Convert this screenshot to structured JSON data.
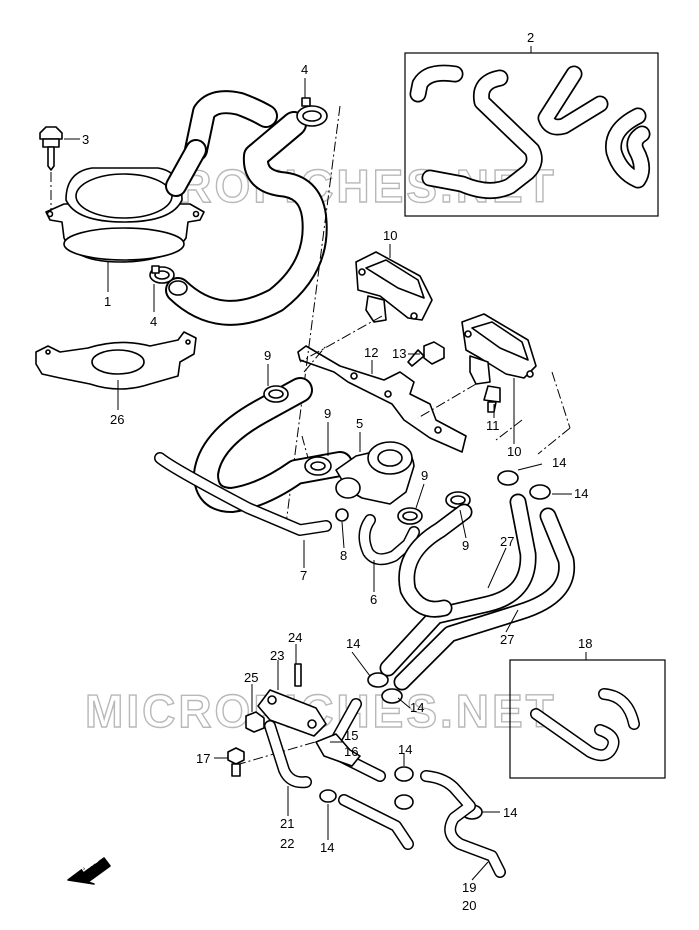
{
  "diagram": {
    "watermarks": [
      "MICROFICHES.NET",
      "MICROFICHES.NET"
    ],
    "fwd_label": "FWD",
    "callouts": {
      "c2": "2",
      "c3": "3",
      "c4a": "4",
      "c4b": "4",
      "c1": "1",
      "c26": "26",
      "c10a": "10",
      "c10b": "10",
      "c12": "12",
      "c13": "13",
      "c11": "11",
      "c9a": "9",
      "c9b": "9",
      "c9c": "9",
      "c9d": "9",
      "c5": "5",
      "c8": "8",
      "c7": "7",
      "c6": "6",
      "c14a": "14",
      "c14b": "14",
      "c14c": "14",
      "c14d": "14",
      "c14e": "14",
      "c14f": "14",
      "c14g": "14",
      "c27a": "27",
      "c27b": "27",
      "c18": "18",
      "c24": "24",
      "c23": "23",
      "c25": "25",
      "c15": "15",
      "c16": "16",
      "c17": "17",
      "c21": "21",
      "c22": "22",
      "c19": "19",
      "c20": "20"
    }
  }
}
